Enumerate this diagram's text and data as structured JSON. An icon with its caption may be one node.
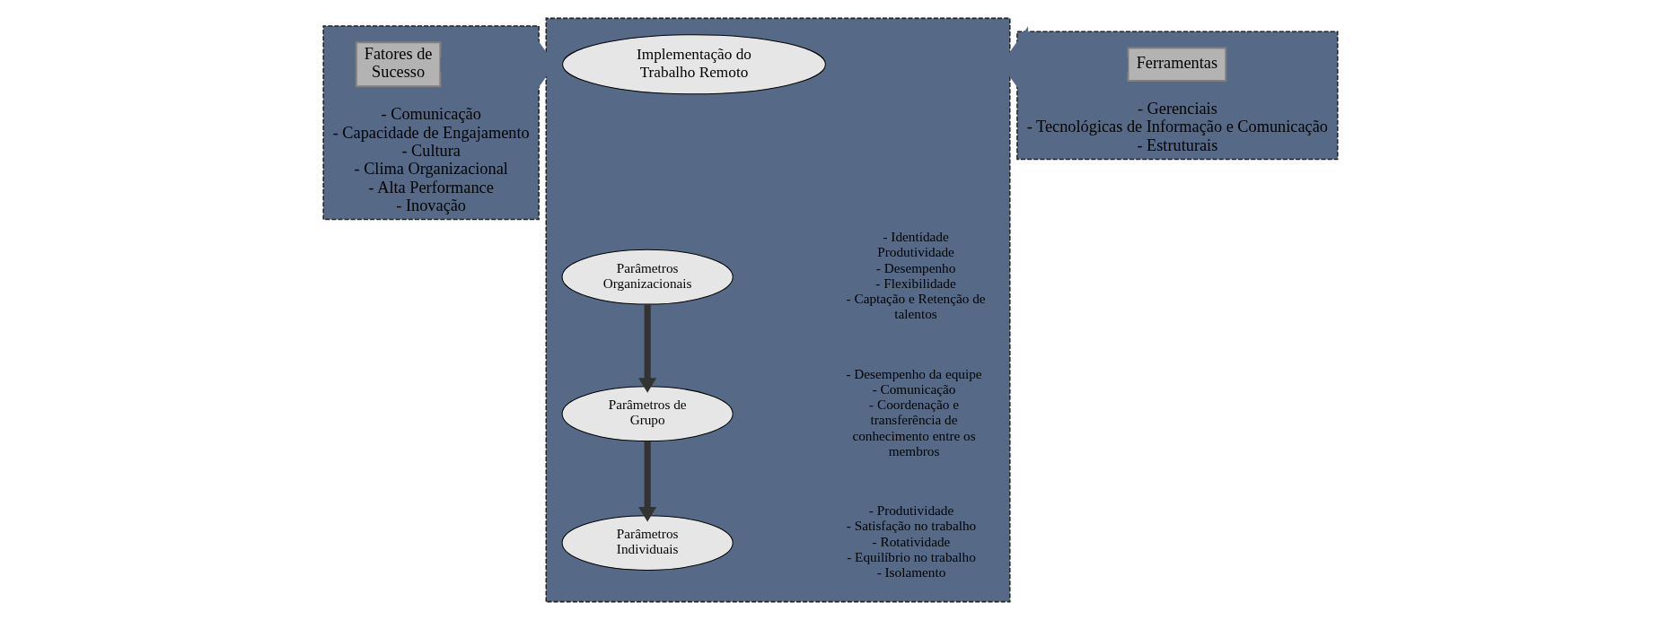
{
  "diagram": {
    "nodes": [
      {
        "text": [
          "- Comunicação",
          "- Capacidade de Engajamento",
          "- Cultura",
          "- Clima Organizacional",
          "- Alta Performance",
          "- Inovação"
        ]
      },
      {
        "text": [
          "Fatores de Sucesso"
        ],
        "in": 0
      },
      {
        "text": [],
        "shape": "box"
      },
      {
        "text": [
          "Implementação do Trabalho Remoto"
        ],
        "in": 2
      },
      {
        "text": [
          "Parâmetros Organizacionais"
        ],
        "in": 2,
        "beside": [
          "- Identidade",
          "Produtividade",
          "- Desempenho",
          "- Flexibilidade",
          "- Captação e Retenção de talentos"
        ]
      },
      {
        "text": [
          "Parâmetros de Grupo"
        ],
        "in": 2,
        "beside": [
          "- Desempenho da equipe",
          "- Comunicação",
          "- Coordenação e transferência de conhecimento entre os membros"
        ]
      },
      {
        "text": [
          "Parâmetros Individuais"
        ],
        "in": 2,
        "beside": [
          "- Produtividade",
          "- Satisfação no trabalho",
          "- Rotatividade",
          "- Equilíbrio no trabalho",
          "- Isolamento"
        ]
      },
      {
        "text": [
          "- Gerenciais",
          "- Tecnológicas de Informação e Comunicação",
          "- Estruturais"
        ]
      },
      {
        "text": [
          "Ferramentas"
        ],
        "in": 7
      }
    ],
    "edges": [
      {
        "from": 0,
        "to": 2,
        "arrow": "to",
        "style": "thick",
        "color": "#566a88"
      },
      {
        "from": 4,
        "to": 5,
        "arrow": "to"
      },
      {
        "from": 5,
        "to": 6,
        "arrow": "to"
      },
      {
        "from": 7,
        "to": 2,
        "arrow": "to",
        "style": "thick",
        "color": "#566a88"
      }
    ]
  }
}
